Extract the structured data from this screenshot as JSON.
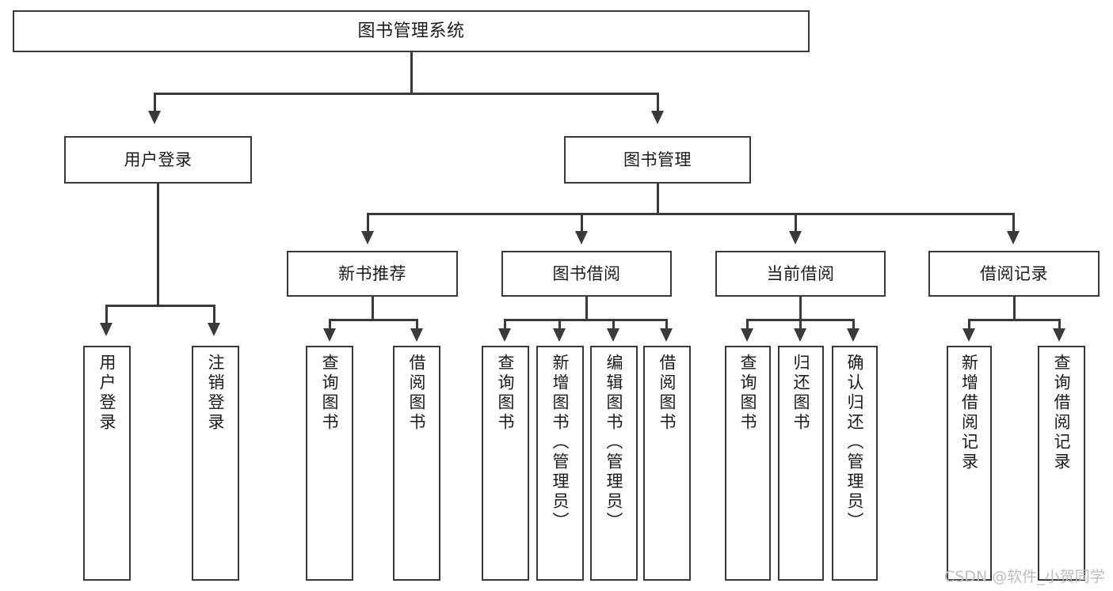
{
  "diagram": {
    "title": "图书管理系统",
    "root": {
      "label": "图书管理系统"
    },
    "level2": [
      {
        "label": "用户登录"
      },
      {
        "label": "图书管理"
      }
    ],
    "level3": [
      {
        "label": "新书推荐"
      },
      {
        "label": "图书借阅"
      },
      {
        "label": "当前借阅"
      },
      {
        "label": "借阅记录"
      }
    ],
    "leaves": {
      "user_login": [
        {
          "label": "用户登录"
        },
        {
          "label": "注销登录"
        }
      ],
      "new_book_recommend": [
        {
          "label": "查询图书"
        },
        {
          "label": "借阅图书"
        }
      ],
      "book_borrow": [
        {
          "label": "查询图书"
        },
        {
          "label": "新增图书（管理员）"
        },
        {
          "label": "编辑图书（管理员）"
        },
        {
          "label": "借阅图书"
        }
      ],
      "current_borrow": [
        {
          "label": "查询图书"
        },
        {
          "label": "归还图书"
        },
        {
          "label": "确认归还（管理员）"
        }
      ],
      "borrow_record": [
        {
          "label": "新增借阅记录"
        },
        {
          "label": "查询借阅记录"
        }
      ]
    }
  },
  "watermark": {
    "text": "CSDN @软件_小贺同学"
  },
  "colors": {
    "stroke": "#3a3a3a",
    "text": "#1b1b1b",
    "background": "#ffffff",
    "watermark": "#bdbdbd"
  }
}
